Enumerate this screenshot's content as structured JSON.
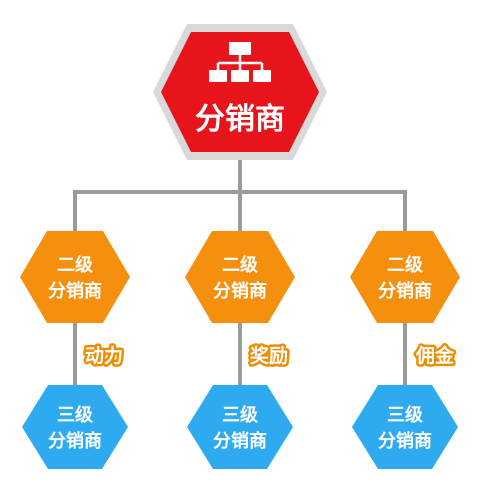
{
  "diagram": {
    "top": {
      "text": "分销商",
      "icon": "org-chart-icon",
      "color": "#e8141b",
      "border": "#d9d9d9"
    },
    "level2": [
      {
        "line1": "二级",
        "line2": "分销商",
        "color": "#f5900f"
      },
      {
        "line1": "二级",
        "line2": "分销商",
        "color": "#f5900f"
      },
      {
        "line1": "二级",
        "line2": "分销商",
        "color": "#f5900f"
      }
    ],
    "labels": [
      "动力",
      "奖励",
      "佣金"
    ],
    "level3": [
      {
        "line1": "三级",
        "line2": "分销商",
        "color": "#2eaaf0"
      },
      {
        "line1": "三级",
        "line2": "分销商",
        "color": "#2eaaf0"
      },
      {
        "line1": "三级",
        "line2": "分销商",
        "color": "#2eaaf0"
      }
    ],
    "connector_color": "#9b9b9b",
    "label_color": "#f08c00"
  }
}
